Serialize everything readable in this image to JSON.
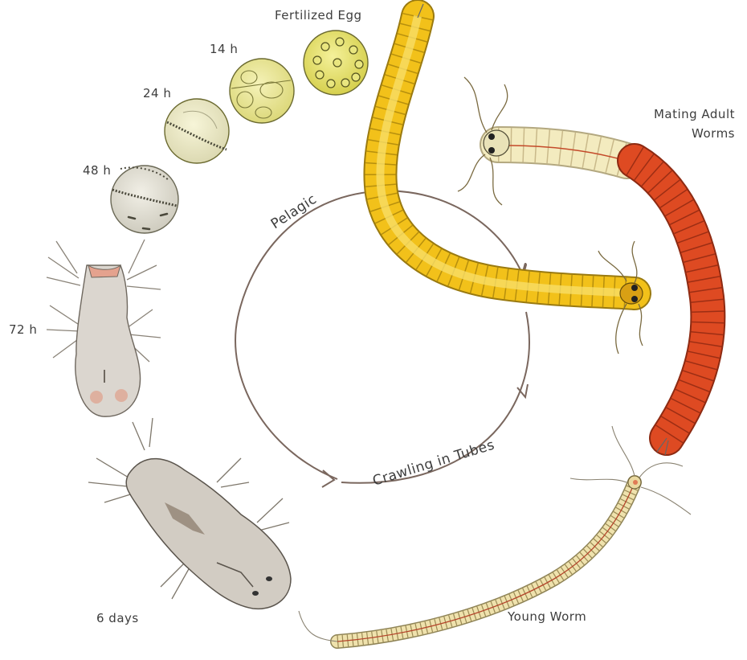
{
  "diagram": {
    "stages": {
      "fertilized_egg": "Fertilized Egg",
      "h14": "14 h",
      "h24": "24 h",
      "h48": "48 h",
      "h72": "72 h",
      "days6": "6 days",
      "young_worm": "Young Worm",
      "mating_line1": "Mating Adult",
      "mating_line2": "Worms"
    },
    "cycle": {
      "pelagic": "Pelagic",
      "crawling": "Crawling in Tubes"
    },
    "colors": {
      "egg": "#e4e070",
      "adult_yellow": "#f2c11a",
      "adult_red": "#de4a22",
      "larva": "#d8d3cb",
      "young_worm": "#efe2ad",
      "arrow": "#7a675e"
    }
  }
}
